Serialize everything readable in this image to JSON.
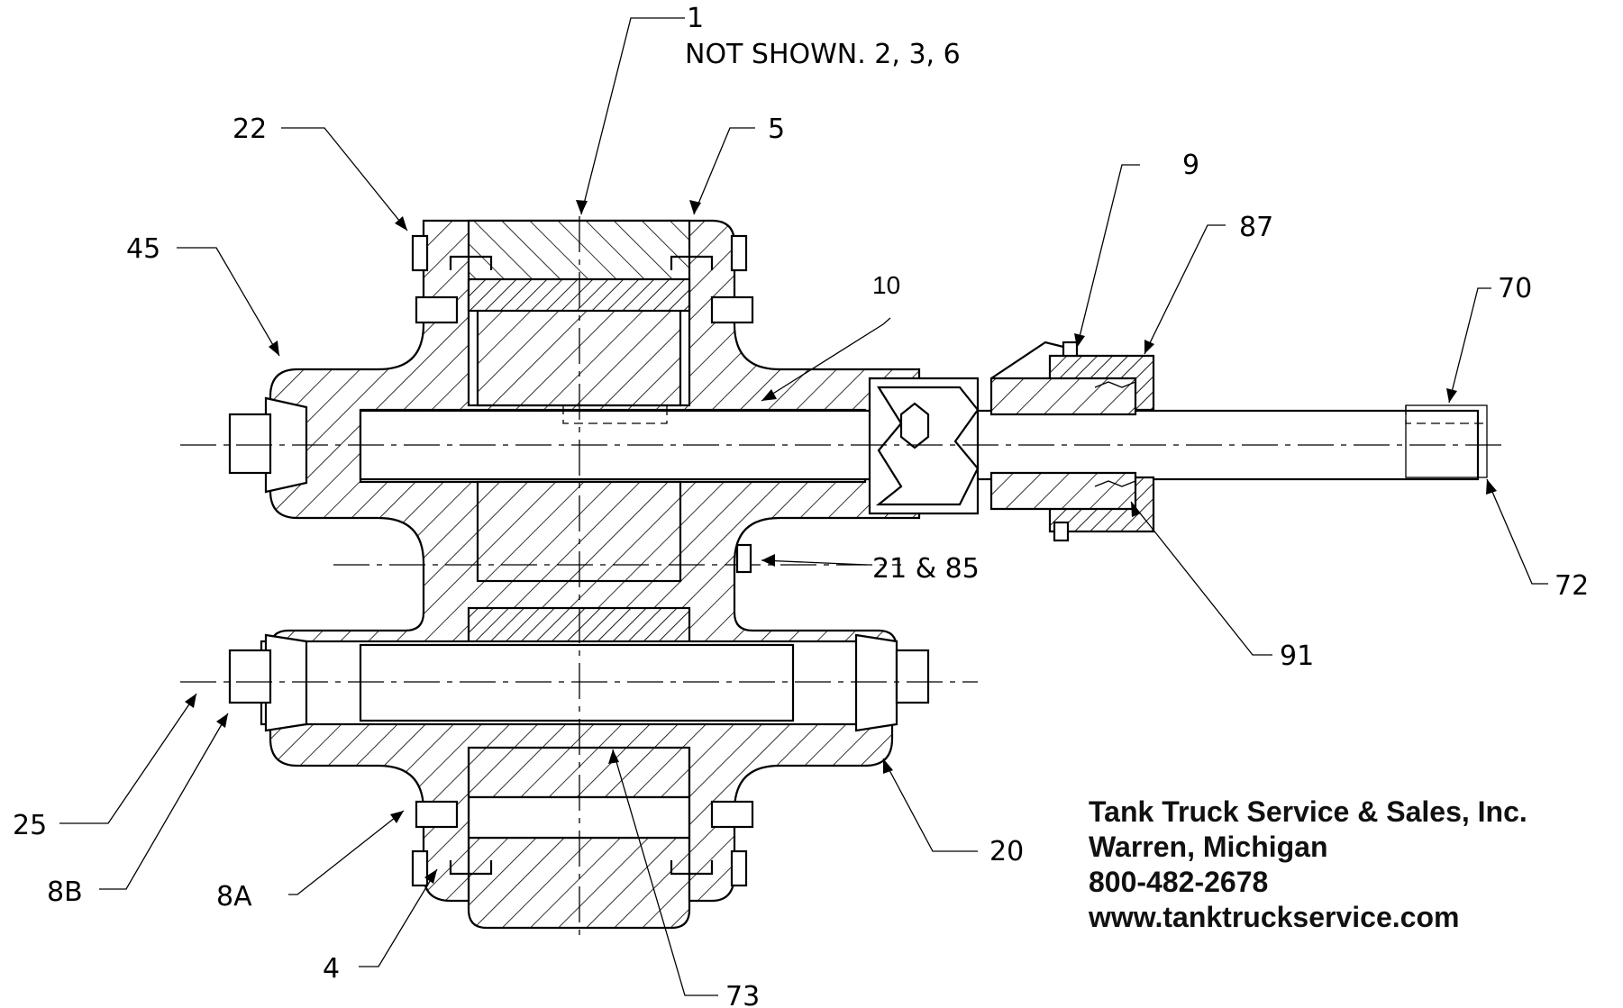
{
  "callouts": {
    "c1": "1",
    "not_shown": "NOT SHOWN. 2,  3,  6",
    "c22": "22",
    "c5": "5",
    "c9": "9",
    "c87": "87",
    "c45": "45",
    "c10": "10",
    "c70": "70",
    "c21_85": "21 & 85",
    "c72": "72",
    "c91": "91",
    "c25": "25",
    "c8B": "8B",
    "c8A": "8A",
    "c20": "20",
    "c4": "4",
    "c73": "73"
  },
  "company": {
    "name": "Tank Truck Service & Sales, Inc.",
    "location": "Warren, Michigan",
    "phone": "800-482-2678",
    "website": "www.tanktruckservice.com"
  }
}
